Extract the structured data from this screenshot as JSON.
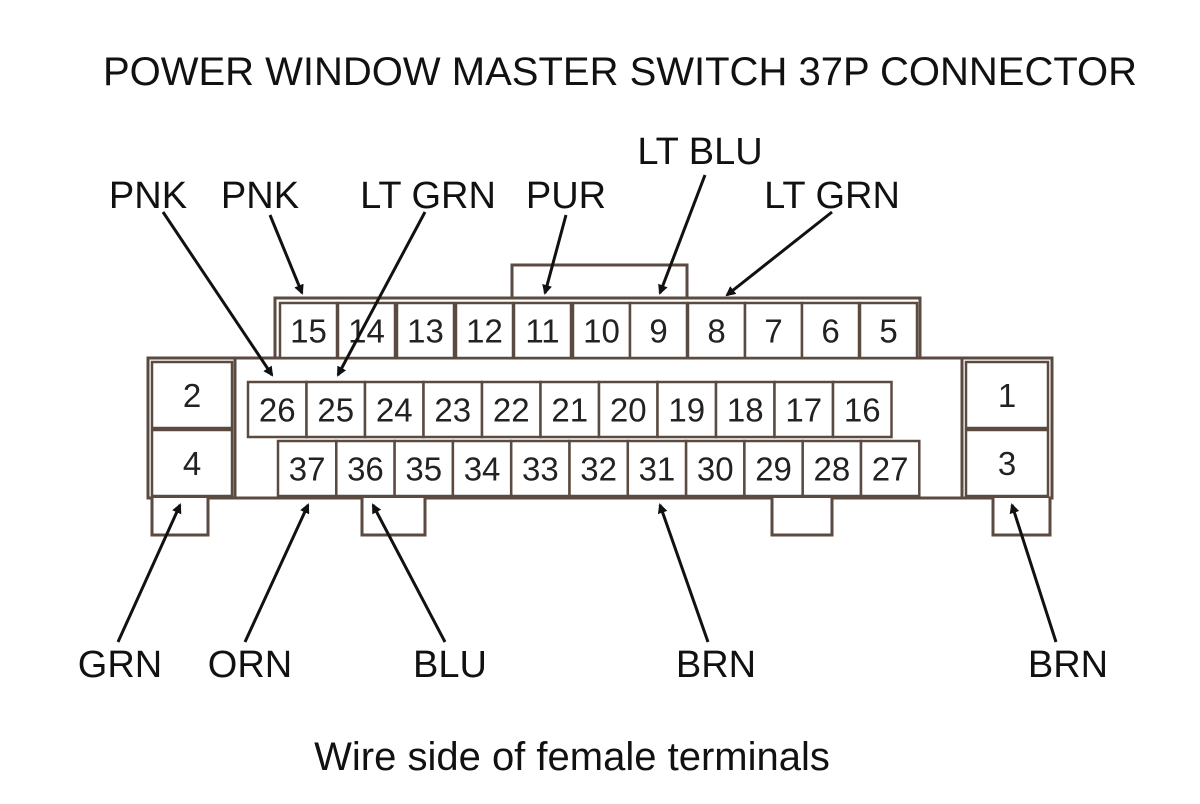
{
  "title": "POWER WINDOW MASTER SWITCH 37P CONNECTOR",
  "caption": "Wire side of female terminals",
  "pins": {
    "p1": "1",
    "p2": "2",
    "p3": "3",
    "p4": "4",
    "p5": "5",
    "p6": "6",
    "p7": "7",
    "p8": "8",
    "p9": "9",
    "p10": "10",
    "p11": "11",
    "p12": "12",
    "p13": "13",
    "p14": "14",
    "p15": "15",
    "p16": "16",
    "p17": "17",
    "p18": "18",
    "p19": "19",
    "p20": "20",
    "p21": "21",
    "p22": "22",
    "p23": "23",
    "p24": "24",
    "p25": "25",
    "p26": "26",
    "p27": "27",
    "p28": "28",
    "p29": "29",
    "p30": "30",
    "p31": "31",
    "p32": "32",
    "p33": "33",
    "p34": "34",
    "p35": "35",
    "p36": "36",
    "p37": "37"
  },
  "wires": {
    "pin26": "PNK",
    "pin15": "PNK",
    "pin25": "LT GRN",
    "pin11": "PUR",
    "pin9": "LT BLU",
    "pin8": "LT GRN",
    "pin4": "GRN",
    "pin37": "ORN",
    "pin36": "BLU",
    "pin31": "BRN",
    "pin3": "BRN"
  }
}
